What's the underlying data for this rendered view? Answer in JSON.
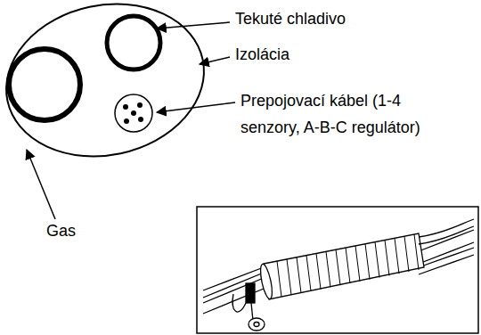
{
  "diagram": {
    "labels": [
      "Tekuté chladivo",
      "Izolácia",
      "Prepojovací kábel (1-4 senzory, A-B-C regulátor)",
      "Gas"
    ]
  }
}
